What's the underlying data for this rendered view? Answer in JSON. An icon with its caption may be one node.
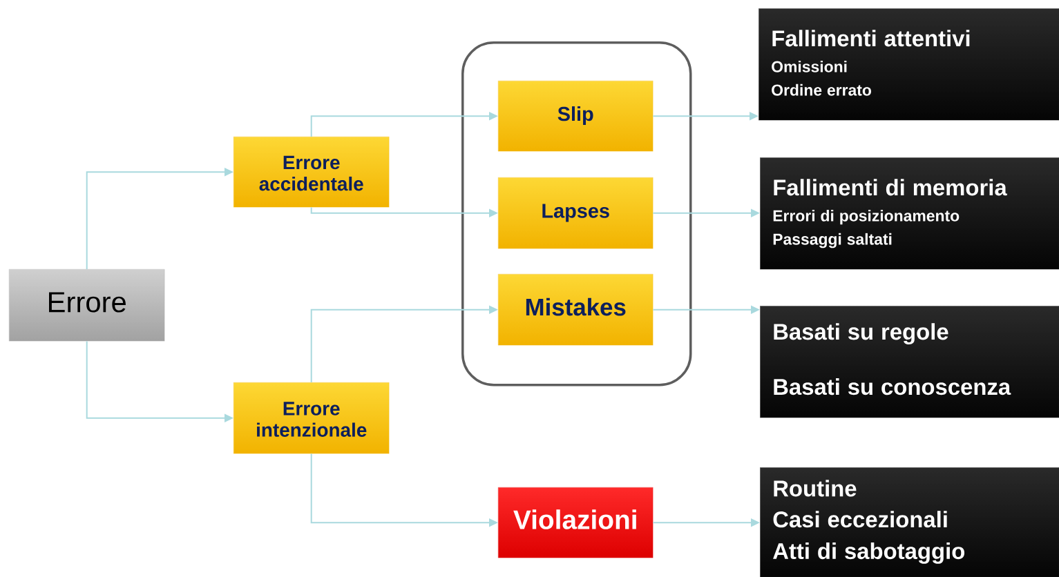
{
  "diagram": {
    "nodes": [
      {
        "text": [
          "Errore"
        ]
      },
      {
        "text": [
          "Errore accidentale"
        ]
      },
      {
        "text": [
          "Errore intenzionale"
        ]
      },
      {
        "text": [],
        "shape": "box"
      },
      {
        "text": [
          "Slip"
        ],
        "in": 3
      },
      {
        "text": [
          "Lapses"
        ],
        "in": 3
      },
      {
        "text": [
          "Mistakes"
        ],
        "in": 3
      },
      {
        "text": [
          "Violazioni"
        ]
      },
      {
        "text": [
          "Fallimenti attentivi",
          "Omissioni",
          "Ordine errato"
        ]
      },
      {
        "text": [
          "Fallimenti di memoria",
          "Errori di posizionamento",
          "Passaggi saltati"
        ]
      },
      {
        "text": [
          "Basati su regole",
          "Basati su conoscenza"
        ]
      },
      {
        "text": [
          "Routine",
          "Casi eccezionali",
          "Atti di sabotaggio"
        ]
      }
    ],
    "edges": [
      {
        "from": 0,
        "to": 1,
        "arrow": "to"
      },
      {
        "from": 0,
        "to": 2,
        "arrow": "to"
      },
      {
        "from": 1,
        "to": 4,
        "arrow": "to"
      },
      {
        "from": 1,
        "to": 5,
        "arrow": "to"
      },
      {
        "from": 2,
        "to": 6,
        "arrow": "to"
      },
      {
        "from": 2,
        "to": 7,
        "arrow": "to"
      },
      {
        "from": 4,
        "to": 8,
        "arrow": "to"
      },
      {
        "from": 5,
        "to": 9,
        "arrow": "to"
      },
      {
        "from": 6,
        "to": 10,
        "arrow": "to"
      },
      {
        "from": 7,
        "to": 11,
        "arrow": "to"
      }
    ]
  }
}
